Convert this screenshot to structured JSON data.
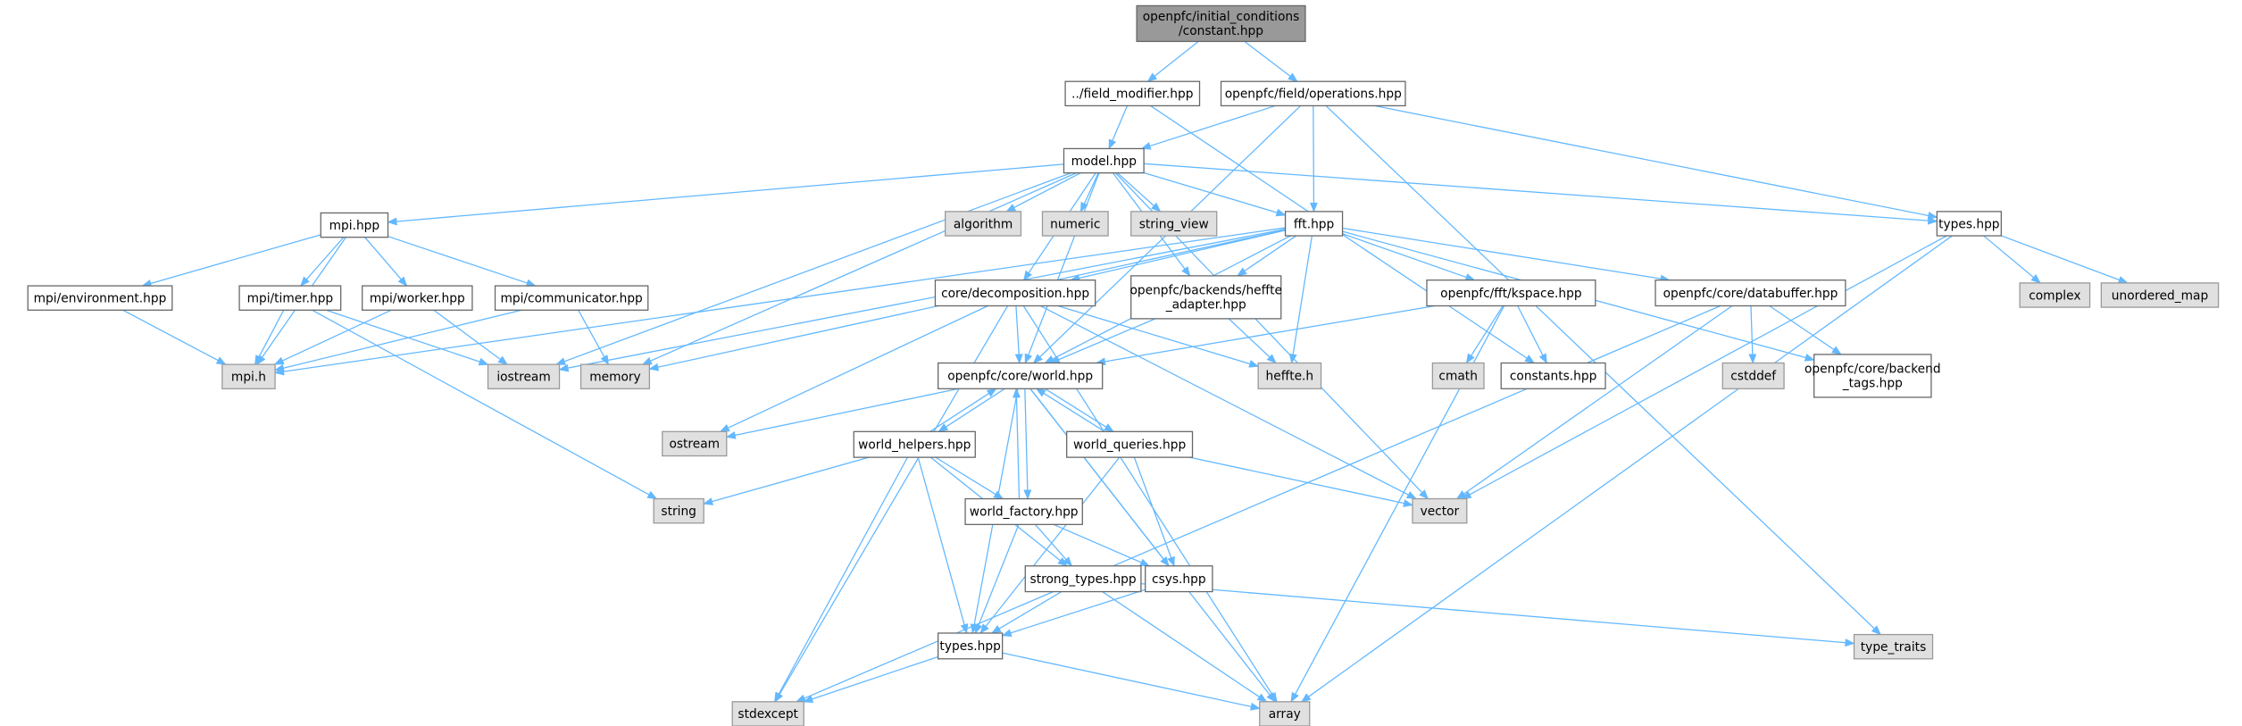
{
  "graph": {
    "colors": {
      "edge": "#63b8ff",
      "root_fill": "#999999",
      "root_stroke": "#666666",
      "file_fill": "#ffffff",
      "file_stroke": "#666666",
      "system_fill": "#e0e0e0",
      "system_stroke": "#999999"
    },
    "nodes": [
      {
        "id": "constant",
        "lines": [
          "openpfc/initial_conditions",
          "/constant.hpp"
        ],
        "kind": "root"
      },
      {
        "id": "field_modifier",
        "lines": [
          "../field_modifier.hpp"
        ],
        "kind": "file"
      },
      {
        "id": "operations",
        "lines": [
          "openpfc/field/operations.hpp"
        ],
        "kind": "file"
      },
      {
        "id": "model",
        "lines": [
          "model.hpp"
        ],
        "kind": "file"
      },
      {
        "id": "mpi",
        "lines": [
          "mpi.hpp"
        ],
        "kind": "file"
      },
      {
        "id": "algorithm",
        "lines": [
          "algorithm"
        ],
        "kind": "system"
      },
      {
        "id": "numeric",
        "lines": [
          "numeric"
        ],
        "kind": "system"
      },
      {
        "id": "string_view",
        "lines": [
          "string_view"
        ],
        "kind": "system"
      },
      {
        "id": "fft",
        "lines": [
          "fft.hpp"
        ],
        "kind": "file"
      },
      {
        "id": "types_top",
        "lines": [
          "types.hpp"
        ],
        "kind": "file"
      },
      {
        "id": "environment",
        "lines": [
          "mpi/environment.hpp"
        ],
        "kind": "file"
      },
      {
        "id": "timer",
        "lines": [
          "mpi/timer.hpp"
        ],
        "kind": "file"
      },
      {
        "id": "worker",
        "lines": [
          "mpi/worker.hpp"
        ],
        "kind": "file"
      },
      {
        "id": "communicator",
        "lines": [
          "mpi/communicator.hpp"
        ],
        "kind": "file"
      },
      {
        "id": "decomposition",
        "lines": [
          "core/decomposition.hpp"
        ],
        "kind": "file"
      },
      {
        "id": "heffte_adapter",
        "lines": [
          "openpfc/backends/heffte",
          "_adapter.hpp"
        ],
        "kind": "file"
      },
      {
        "id": "kspace",
        "lines": [
          "openpfc/fft/kspace.hpp"
        ],
        "kind": "file"
      },
      {
        "id": "databuffer",
        "lines": [
          "openpfc/core/databuffer.hpp"
        ],
        "kind": "file"
      },
      {
        "id": "complex",
        "lines": [
          "complex"
        ],
        "kind": "system"
      },
      {
        "id": "unordered_map",
        "lines": [
          "unordered_map"
        ],
        "kind": "system"
      },
      {
        "id": "mpi_h",
        "lines": [
          "mpi.h"
        ],
        "kind": "system"
      },
      {
        "id": "iostream",
        "lines": [
          "iostream"
        ],
        "kind": "system"
      },
      {
        "id": "memory",
        "lines": [
          "memory"
        ],
        "kind": "system"
      },
      {
        "id": "world",
        "lines": [
          "openpfc/core/world.hpp"
        ],
        "kind": "file"
      },
      {
        "id": "heffte_h",
        "lines": [
          "heffte.h"
        ],
        "kind": "system"
      },
      {
        "id": "cmath",
        "lines": [
          "cmath"
        ],
        "kind": "system"
      },
      {
        "id": "constants",
        "lines": [
          "constants.hpp"
        ],
        "kind": "file"
      },
      {
        "id": "cstddef",
        "lines": [
          "cstddef"
        ],
        "kind": "system"
      },
      {
        "id": "backend_tags",
        "lines": [
          "openpfc/core/backend",
          "_tags.hpp"
        ],
        "kind": "file"
      },
      {
        "id": "ostream",
        "lines": [
          "ostream"
        ],
        "kind": "system"
      },
      {
        "id": "world_helpers",
        "lines": [
          "world_helpers.hpp"
        ],
        "kind": "file"
      },
      {
        "id": "world_queries",
        "lines": [
          "world_queries.hpp"
        ],
        "kind": "file"
      },
      {
        "id": "string",
        "lines": [
          "string"
        ],
        "kind": "system"
      },
      {
        "id": "vector",
        "lines": [
          "vector"
        ],
        "kind": "system"
      },
      {
        "id": "world_factory",
        "lines": [
          "world_factory.hpp"
        ],
        "kind": "file"
      },
      {
        "id": "strong_types",
        "lines": [
          "strong_types.hpp"
        ],
        "kind": "file"
      },
      {
        "id": "csys",
        "lines": [
          "csys.hpp"
        ],
        "kind": "file"
      },
      {
        "id": "type_traits",
        "lines": [
          "type_traits"
        ],
        "kind": "system"
      },
      {
        "id": "types_low",
        "lines": [
          "types.hpp"
        ],
        "kind": "file"
      },
      {
        "id": "stdexcept",
        "lines": [
          "stdexcept"
        ],
        "kind": "system"
      },
      {
        "id": "array",
        "lines": [
          "array"
        ],
        "kind": "system"
      }
    ],
    "edges": [
      [
        "constant",
        "field_modifier"
      ],
      [
        "constant",
        "operations"
      ],
      [
        "field_modifier",
        "model"
      ],
      [
        "field_modifier",
        "constants"
      ],
      [
        "operations",
        "model"
      ],
      [
        "operations",
        "fft"
      ],
      [
        "operations",
        "types_top"
      ],
      [
        "operations",
        "type_traits"
      ],
      [
        "operations",
        "world"
      ],
      [
        "model",
        "mpi"
      ],
      [
        "model",
        "algorithm"
      ],
      [
        "model",
        "numeric"
      ],
      [
        "model",
        "string_view"
      ],
      [
        "model",
        "fft"
      ],
      [
        "model",
        "types_top"
      ],
      [
        "model",
        "vector"
      ],
      [
        "model",
        "iostream"
      ],
      [
        "model",
        "memory"
      ],
      [
        "model",
        "decomposition"
      ],
      [
        "model",
        "world"
      ],
      [
        "model",
        "heffte_adapter"
      ],
      [
        "mpi",
        "environment"
      ],
      [
        "mpi",
        "timer"
      ],
      [
        "mpi",
        "worker"
      ],
      [
        "mpi",
        "communicator"
      ],
      [
        "mpi",
        "mpi_h"
      ],
      [
        "environment",
        "mpi_h"
      ],
      [
        "timer",
        "mpi_h"
      ],
      [
        "timer",
        "iostream"
      ],
      [
        "timer",
        "string"
      ],
      [
        "worker",
        "mpi_h"
      ],
      [
        "worker",
        "iostream"
      ],
      [
        "communicator",
        "mpi_h"
      ],
      [
        "communicator",
        "memory"
      ],
      [
        "fft",
        "mpi_h"
      ],
      [
        "fft",
        "iostream"
      ],
      [
        "fft",
        "memory"
      ],
      [
        "fft",
        "decomposition"
      ],
      [
        "fft",
        "heffte_adapter"
      ],
      [
        "fft",
        "world"
      ],
      [
        "fft",
        "heffte_h"
      ],
      [
        "fft",
        "kspace"
      ],
      [
        "fft",
        "databuffer"
      ],
      [
        "fft",
        "backend_tags"
      ],
      [
        "decomposition",
        "world"
      ],
      [
        "decomposition",
        "heffte_h"
      ],
      [
        "decomposition",
        "ostream"
      ],
      [
        "decomposition",
        "vector"
      ],
      [
        "decomposition",
        "array"
      ],
      [
        "decomposition",
        "stdexcept"
      ],
      [
        "heffte_adapter",
        "world"
      ],
      [
        "heffte_adapter",
        "heffte_h"
      ],
      [
        "kspace",
        "world"
      ],
      [
        "kspace",
        "cmath"
      ],
      [
        "kspace",
        "constants"
      ],
      [
        "kspace",
        "array"
      ],
      [
        "databuffer",
        "backend_tags"
      ],
      [
        "databuffer",
        "cstddef"
      ],
      [
        "databuffer",
        "vector"
      ],
      [
        "databuffer",
        "stdexcept"
      ],
      [
        "types_top",
        "complex"
      ],
      [
        "types_top",
        "unordered_map"
      ],
      [
        "types_top",
        "vector"
      ],
      [
        "types_top",
        "array"
      ],
      [
        "world",
        "world_helpers"
      ],
      [
        "world",
        "world_queries"
      ],
      [
        "world",
        "world_factory"
      ],
      [
        "world",
        "ostream"
      ],
      [
        "world",
        "types_low"
      ],
      [
        "world",
        "csys"
      ],
      [
        "world",
        "array"
      ],
      [
        "world_helpers",
        "world"
      ],
      [
        "world_helpers",
        "string"
      ],
      [
        "world_helpers",
        "world_factory"
      ],
      [
        "world_helpers",
        "strong_types"
      ],
      [
        "world_helpers",
        "types_low"
      ],
      [
        "world_helpers",
        "stdexcept"
      ],
      [
        "world_queries",
        "world"
      ],
      [
        "world_queries",
        "vector"
      ],
      [
        "world_queries",
        "csys"
      ],
      [
        "world_queries",
        "types_low"
      ],
      [
        "world_factory",
        "world"
      ],
      [
        "world_factory",
        "strong_types"
      ],
      [
        "world_factory",
        "csys"
      ],
      [
        "world_factory",
        "types_low"
      ],
      [
        "strong_types",
        "types_low"
      ],
      [
        "strong_types",
        "array"
      ],
      [
        "strong_types",
        "type_traits"
      ],
      [
        "csys",
        "types_low"
      ],
      [
        "types_low",
        "stdexcept"
      ],
      [
        "types_low",
        "array"
      ]
    ]
  }
}
